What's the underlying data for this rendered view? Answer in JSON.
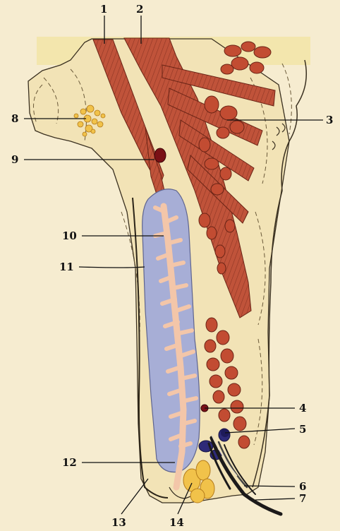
{
  "labels": {
    "l1": "1",
    "l2": "2",
    "l3": "3",
    "l4": "4",
    "l5": "5",
    "l6": "6",
    "l7": "7",
    "l8": "8",
    "l9": "9",
    "l10": "10",
    "l11": "11",
    "l12": "12",
    "l13": "13",
    "l14": "14"
  },
  "colors": {
    "background": "#f6ecd0",
    "tissue": "#f2e3b6",
    "muscle": "#c0533a",
    "muscle_line": "#7a2a1c",
    "gland_blue": "#a7aed6",
    "gland_pink": "#f3c6a9",
    "fat_yellow": "#f1c24a",
    "vessel_dark": "#7a1016",
    "vein_blue": "#2e2a78"
  }
}
